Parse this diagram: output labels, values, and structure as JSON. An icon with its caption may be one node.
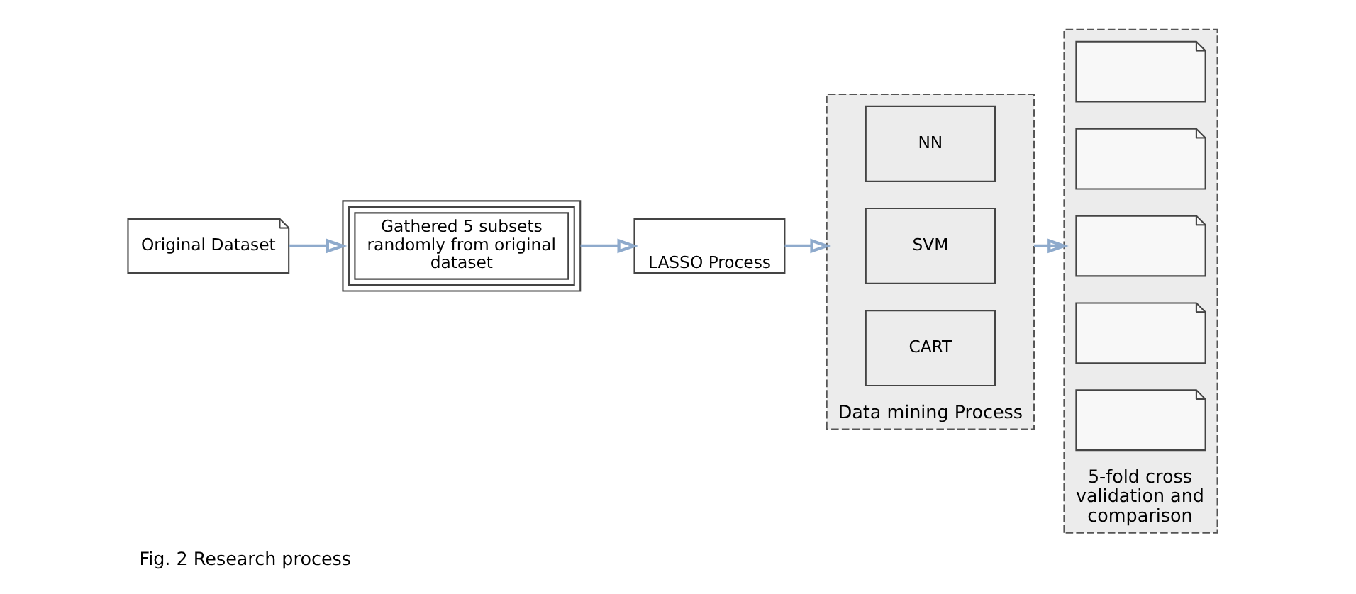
{
  "diagram": {
    "caption": "Fig. 2 Research process",
    "nodes": [
      {
        "text": [
          "Original Dataset"
        ]
      },
      {
        "text": [
          "Gathered 5 subsets randomly from original dataset"
        ]
      },
      {
        "text": [
          "LASSO Process"
        ]
      },
      {
        "text": [
          "Data mining Process"
        ]
      },
      {
        "text": [
          "NN"
        ],
        "in": 3
      },
      {
        "text": [
          "SVM"
        ],
        "in": 3
      },
      {
        "text": [
          "CART"
        ],
        "in": 3
      },
      {
        "text": [
          "5-fold cross validation and comparison"
        ]
      },
      {
        "text": [],
        "shape": "document",
        "in": 7
      },
      {
        "text": [],
        "shape": "document",
        "in": 7
      },
      {
        "text": [],
        "shape": "document",
        "in": 7
      },
      {
        "text": [],
        "shape": "document",
        "in": 7
      },
      {
        "text": [],
        "shape": "document",
        "in": 7
      }
    ],
    "edges": [
      {
        "from": 0,
        "to": 1,
        "arrow": "to"
      },
      {
        "from": 1,
        "to": 2,
        "arrow": "to"
      },
      {
        "from": 2,
        "to": 3,
        "arrow": "to"
      },
      {
        "from": 3,
        "to": 7,
        "arrow": "to"
      }
    ]
  }
}
